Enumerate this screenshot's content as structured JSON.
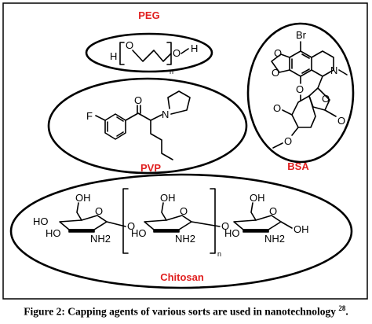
{
  "figure": {
    "labels": {
      "peg": "PEG",
      "pvp": "PVP",
      "bsa": "BSA",
      "chitosan": "Chitosan"
    },
    "label_color": "#e02020",
    "peg_formula": {
      "h_left": "H",
      "o_left": "O",
      "o_right": "O",
      "h_right": "H",
      "n": "n"
    },
    "pvp_formula": {
      "f": "F",
      "o": "O",
      "n": "N"
    },
    "bsa_formula": {
      "br": "Br",
      "o1": "O",
      "o2": "O",
      "o3": "O",
      "n": "N",
      "o_ring": "O",
      "o_carbonyl": "O",
      "o4": "O",
      "o5": "O"
    },
    "chitosan_formula": {
      "ho1": "HO",
      "ho2": "HO",
      "oh1": "OH",
      "o_ring1": "O",
      "nh2_1": "NH2",
      "o_link1": "O",
      "ho3": "HO",
      "oh2": "OH",
      "o_ring2": "O",
      "nh2_2": "NH2",
      "o_link2": "O",
      "ho4": "HO",
      "oh3": "OH",
      "o_ring3": "O",
      "nh2_3": "NH2",
      "oh4": "OH",
      "n": "n"
    }
  },
  "caption": {
    "text": "Figure 2: Capping agents of various sorts are used in nanotechnology ",
    "ref": "28",
    "end": "."
  }
}
